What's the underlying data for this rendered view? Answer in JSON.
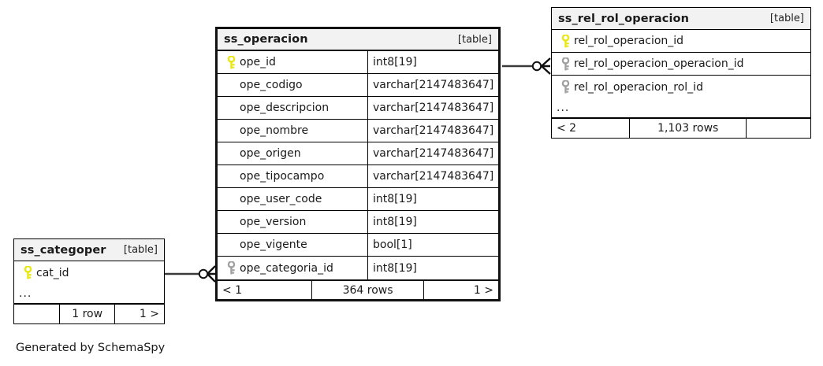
{
  "caption": "Generated by SchemaSpy",
  "table_tag": "[table]",
  "ellipsis": "...",
  "colors": {
    "primary_key": "#e8e80d",
    "foreign_key": "#a0a0a0",
    "header_band": "#f2f2f2",
    "border": "#000000",
    "focal_border": "#111111",
    "background": "#ffffff",
    "text": "#1a1a1a"
  },
  "tables": {
    "ss_operacion": {
      "title": "ss_operacion",
      "tag": "[table]",
      "focal": true,
      "columns": [
        {
          "name": "ope_id",
          "type": "int8[19]",
          "key": "primary"
        },
        {
          "name": "ope_codigo",
          "type": "varchar[2147483647]",
          "key": "none"
        },
        {
          "name": "ope_descripcion",
          "type": "varchar[2147483647]",
          "key": "none"
        },
        {
          "name": "ope_nombre",
          "type": "varchar[2147483647]",
          "key": "none"
        },
        {
          "name": "ope_origen",
          "type": "varchar[2147483647]",
          "key": "none"
        },
        {
          "name": "ope_tipocampo",
          "type": "varchar[2147483647]",
          "key": "none"
        },
        {
          "name": "ope_user_code",
          "type": "int8[19]",
          "key": "none"
        },
        {
          "name": "ope_version",
          "type": "int8[19]",
          "key": "none"
        },
        {
          "name": "ope_vigente",
          "type": "bool[1]",
          "key": "none"
        },
        {
          "name": "ope_categoria_id",
          "type": "int8[19]",
          "key": "foreign"
        }
      ],
      "footer": {
        "left": "< 1",
        "center": "364 rows",
        "right": "1 >"
      }
    },
    "ss_rel_rol_operacion": {
      "title": "ss_rel_rol_operacion",
      "tag": "[table]",
      "focal": false,
      "columns": [
        {
          "name": "rel_rol_operacion_id",
          "key": "primary"
        },
        {
          "name": "rel_rol_operacion_operacion_id",
          "key": "foreign"
        },
        {
          "name": "rel_rol_operacion_rol_id",
          "key": "foreign"
        }
      ],
      "has_ellipsis_row": true,
      "footer": {
        "left": "< 2",
        "center": "1,103 rows",
        "right": ""
      }
    },
    "ss_categoper": {
      "title": "ss_categoper",
      "tag": "[table]",
      "focal": false,
      "columns": [
        {
          "name": "cat_id",
          "key": "primary"
        }
      ],
      "has_ellipsis_row": true,
      "footer": {
        "left": "",
        "center": "1 row",
        "right": "1 >"
      }
    }
  },
  "relationships": [
    {
      "name": "operacion-to-rel-rol-operacion",
      "from_table": "ss_operacion",
      "from_column": "ope_id",
      "to_table": "ss_rel_rol_operacion",
      "to_column": "rel_rol_operacion_operacion_id",
      "from_cardinality": "zero-or-one",
      "to_cardinality": "many"
    },
    {
      "name": "categoper-to-operacion",
      "from_table": "ss_categoper",
      "from_column": "cat_id",
      "to_table": "ss_operacion",
      "to_column": "ope_categoria_id",
      "from_cardinality": "zero-or-one",
      "to_cardinality": "many"
    }
  ]
}
